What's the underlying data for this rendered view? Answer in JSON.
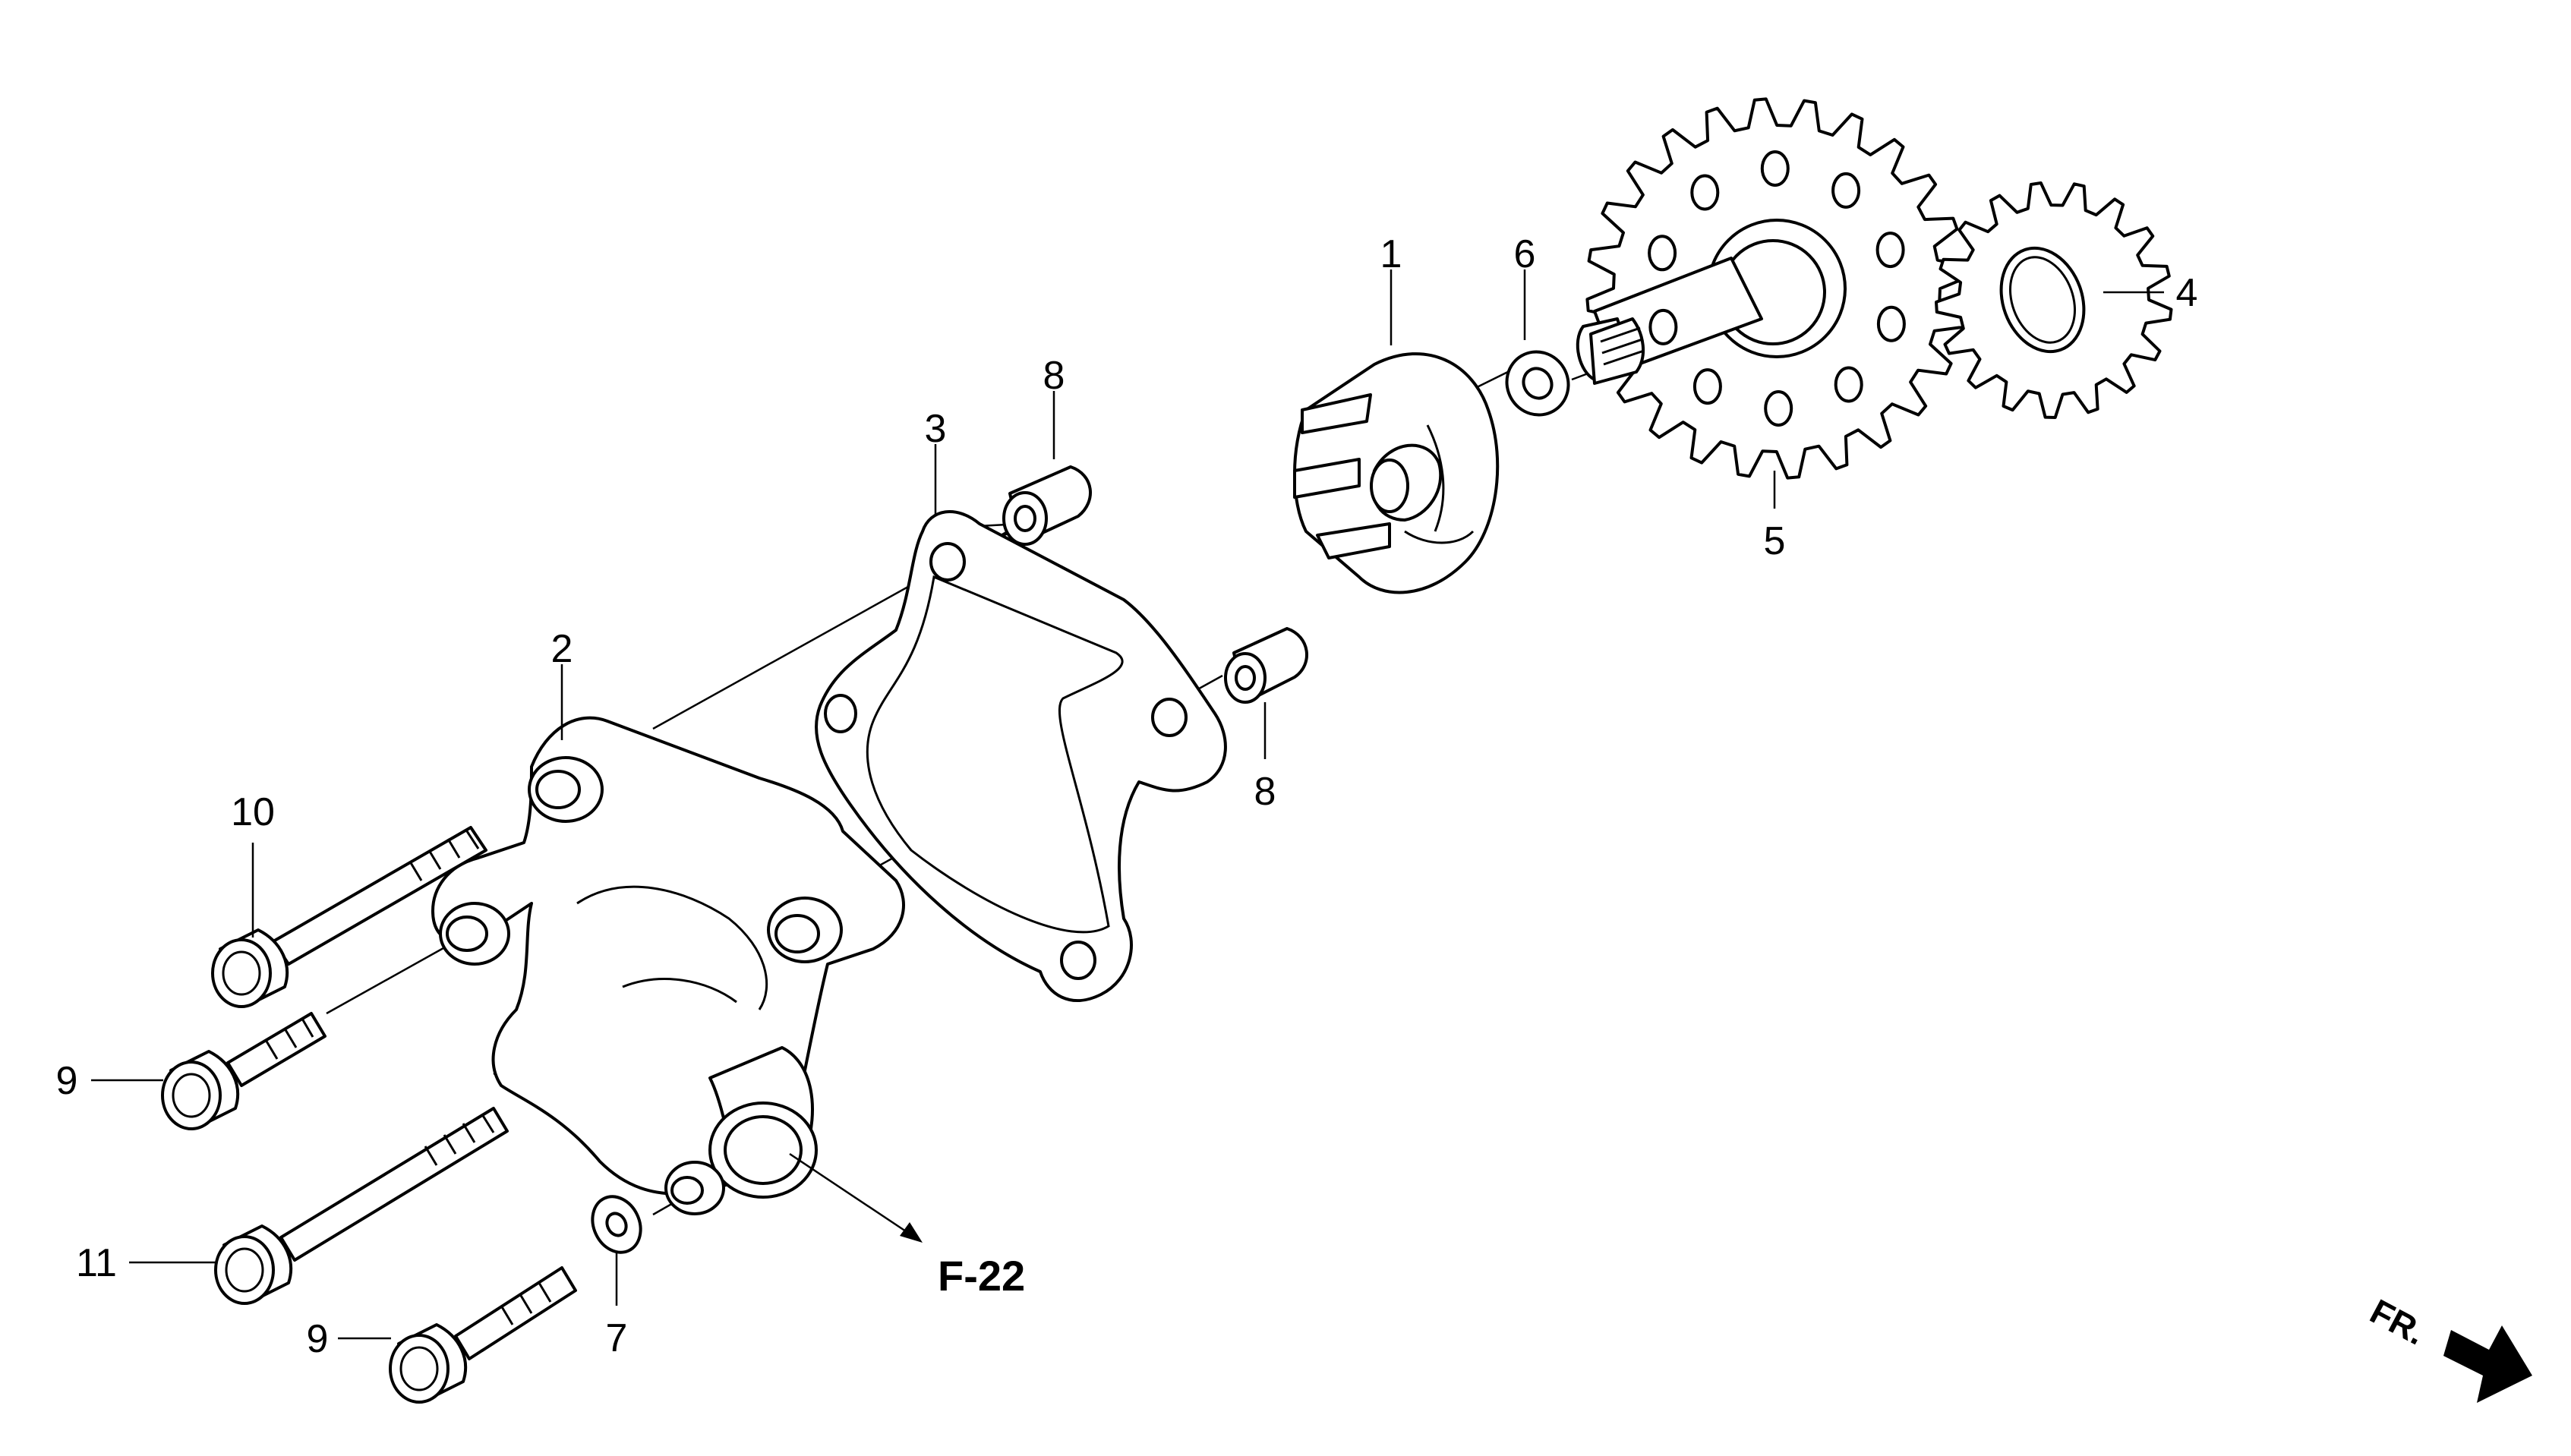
{
  "callouts": [
    {
      "id": "1",
      "label": "1"
    },
    {
      "id": "2",
      "label": "2"
    },
    {
      "id": "3",
      "label": "3"
    },
    {
      "id": "4",
      "label": "4"
    },
    {
      "id": "5",
      "label": "5"
    },
    {
      "id": "6",
      "label": "6"
    },
    {
      "id": "7",
      "label": "7"
    },
    {
      "id": "8a",
      "label": "8"
    },
    {
      "id": "8b",
      "label": "8"
    },
    {
      "id": "9a",
      "label": "9"
    },
    {
      "id": "9b",
      "label": "9"
    },
    {
      "id": "10",
      "label": "10"
    },
    {
      "id": "11",
      "label": "11"
    }
  ],
  "reference": {
    "label": "F-22"
  },
  "direction": {
    "label": "FR."
  }
}
